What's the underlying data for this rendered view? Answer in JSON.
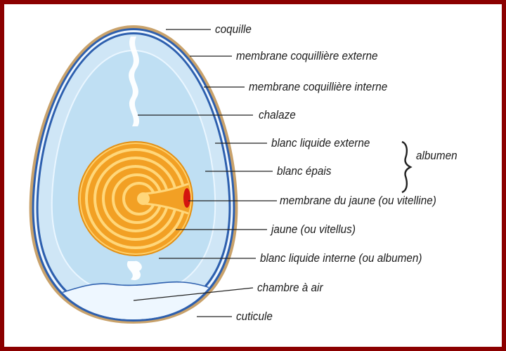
{
  "labels": {
    "coquille": "coquille",
    "membrane_externe": "membrane coquillière externe",
    "membrane_interne": "membrane coquillière interne",
    "chalaze": "chalaze",
    "blanc_liquide_externe": "blanc liquide externe",
    "blanc_epais": "blanc épais",
    "albumen": "albumen",
    "membrane_jaune": "membrane du jaune (ou vitelline)",
    "jaune": "jaune (ou vitellus)",
    "blanc_liquide_interne": "blanc liquide interne (ou albumen)",
    "chambre_air": "chambre à air",
    "cuticule": "cuticule"
  },
  "colors": {
    "frame": "#8b0000",
    "shell": "#c9a26b",
    "membrane": "#2d5fae",
    "white_liquid": "#cfe6f6",
    "white_thick": "#b9dcf2",
    "yolk": "#f2a024",
    "yolk_rings": "#ffd77a",
    "germinal_disc": "#d4140f"
  }
}
